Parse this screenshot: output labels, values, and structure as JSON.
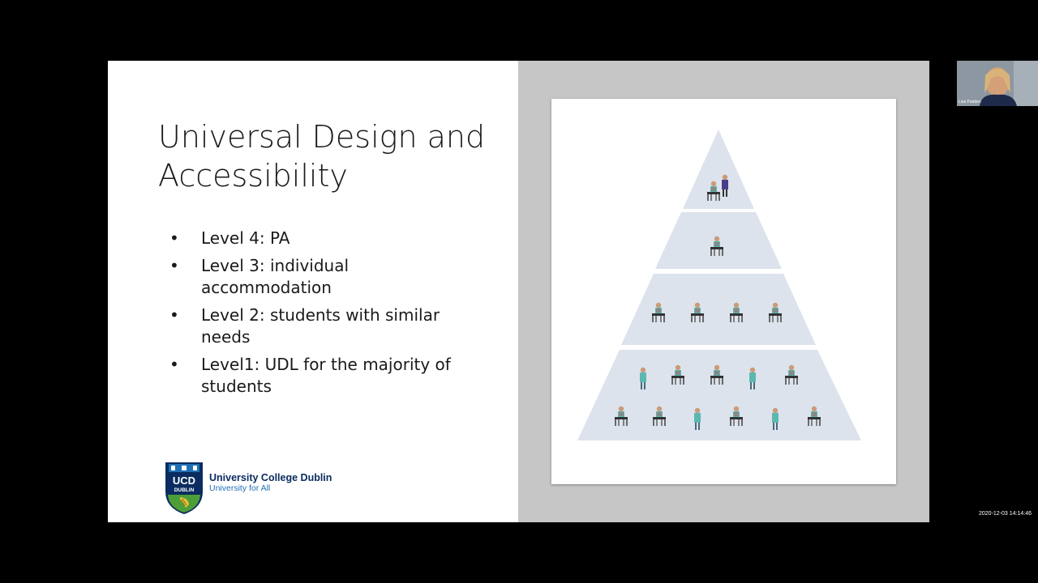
{
  "slide": {
    "title": "Universal Design and Accessibility",
    "bullets": [
      "Level 4: PA",
      "Level 3: individual accommodation",
      "Level 2: students with similar needs",
      "Level1: UDL for the majority of students"
    ],
    "logo": {
      "name": "University College Dublin",
      "tagline": "University for All",
      "crest_text_top": "UCD",
      "crest_text_bottom": "DUBLIN"
    },
    "pyramid": {
      "tiers_students": [
        2,
        1,
        4,
        11
      ]
    }
  },
  "webcam": {
    "participant_name": "Lisa Padden"
  },
  "recording": {
    "timestamp": "2020-12-03  14:14:46"
  },
  "colors": {
    "ucd_blue": "#0b2c60",
    "ucd_light_blue": "#1f6fb4",
    "ucd_green": "#4c9f38",
    "student_teal": "#5bb8b0",
    "pyramid_fill": "#dde3ec"
  }
}
